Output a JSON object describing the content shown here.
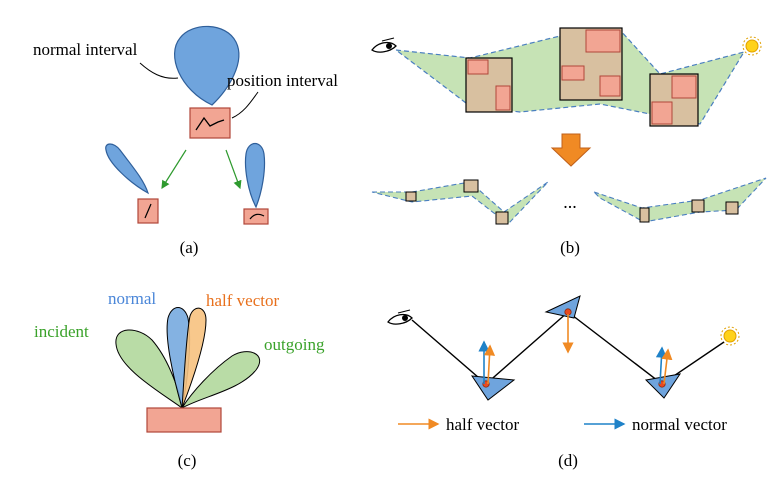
{
  "panels": {
    "a": {
      "caption": "(a)",
      "label_normal": "normal interval",
      "label_position": "position interval"
    },
    "b": {
      "caption": "(b)",
      "ellipsis": "..."
    },
    "c": {
      "caption": "(c)",
      "label_normal": "normal",
      "label_half": "half vector",
      "label_incident": "incident",
      "label_outgoing": "outgoing"
    },
    "d": {
      "caption": "(d)",
      "legend_half": "half vector",
      "legend_normal": "normal vector"
    }
  },
  "colors": {
    "lobe_blue": "#6fa4dd",
    "lobe_blue_stroke": "#2f5f9a",
    "rect_pink": "#f2a593",
    "rect_pink_stroke": "#b0463a",
    "green_fill": "#c6e3b5",
    "green_lobe": "#b9dca6",
    "orange": "#f08a24",
    "blue_arrow": "#1f82c8",
    "green_text": "#3aa22a",
    "blue_text": "#4a86d8",
    "orange_text": "#e8701c",
    "tan": "#d8c0a0",
    "sun": "#ffd21a"
  }
}
